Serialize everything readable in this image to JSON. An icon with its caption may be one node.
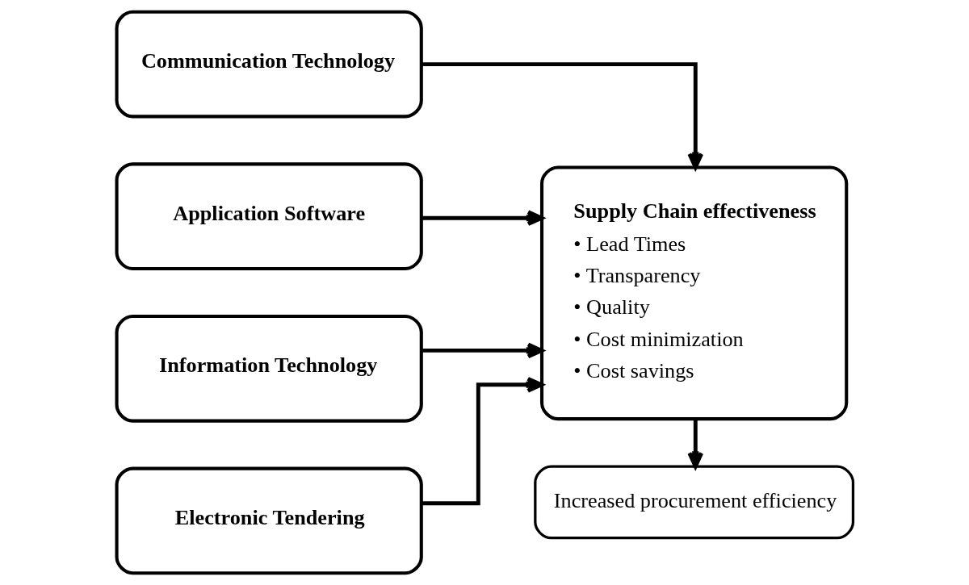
{
  "diagram": {
    "nodes": [
      {
        "text": [
          "Communication Technology"
        ]
      },
      {
        "text": [
          "Application Software"
        ]
      },
      {
        "text": [
          "Information Technology"
        ]
      },
      {
        "text": [
          "Electronic Tendering"
        ]
      },
      {
        "text": [
          "Supply Chain effectiveness",
          "• Lead Times",
          "• Transparency",
          "• Quality",
          "• Cost minimization",
          "• Cost savings"
        ]
      },
      {
        "text": [
          "Increased procurement efficiency"
        ]
      }
    ],
    "edges": [
      {
        "from": 0,
        "to": 4,
        "arrow": "to"
      },
      {
        "from": 1,
        "to": 4,
        "arrow": "to"
      },
      {
        "from": 2,
        "to": 4,
        "arrow": "to"
      },
      {
        "from": 3,
        "to": 4,
        "arrow": "to"
      },
      {
        "from": 4,
        "to": 5,
        "arrow": "to"
      }
    ]
  }
}
